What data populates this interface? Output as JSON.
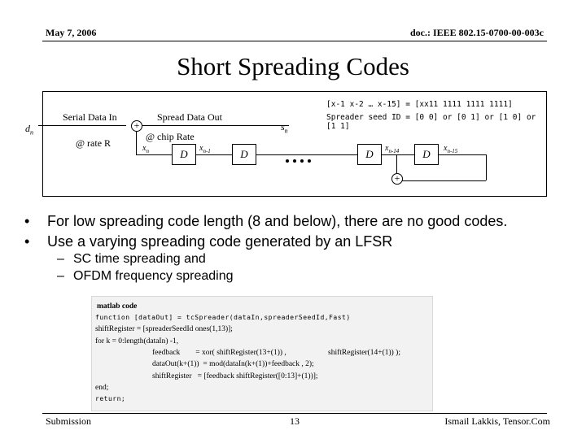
{
  "header": {
    "date": "May 7, 2006",
    "doc": "doc.: IEEE 802.15-0700-00-003c"
  },
  "title": "Short Spreading Codes",
  "diagram": {
    "dn": "d",
    "dn_sub": "n",
    "serial_in": "Serial Data In",
    "rate_r": "@ rate R",
    "spread_out": "Spread Data Out",
    "chip_rate": "@ chip Rate",
    "sn": "s",
    "sn_sub": "n",
    "xn": "x",
    "xn_sub": "n",
    "xn1": "x",
    "xn1_sub": "n-1",
    "xn14": "x",
    "xn14_sub": "n-14",
    "xn15": "x",
    "xn15_sub": "n-15",
    "delay": "D",
    "plus": "+",
    "seed_line1": "[x-1 x-2 … x-15]     = [xx11 1111 1111 1111]",
    "seed_line2": "Spreader seed ID = [0 0] or [0 1] or [1 0] or [1 1]"
  },
  "bullets": [
    "For low spreading code length (8 and below), there are no good codes.",
    "Use a varying spreading code generated by an LFSR"
  ],
  "subbullets": [
    "SC time spreading and",
    "OFDM frequency spreading"
  ],
  "code": {
    "l1": "matlab code",
    "l2": "function [dataOut] = tcSpreader(dataIn,spreaderSeedId,Fast)",
    "l3": "shiftRegister = [spreaderSeedId ones(1,13)];",
    "l4": "for k = 0:length(dataIn) -1,",
    "l5a": "feedback        = xor( shiftRegister(13+(1)) ,",
    "l5b": "shiftRegister(14+(1)) );",
    "l6": "dataOut(k+(1))  = mod(dataIn(k+(1))+feedback , 2);",
    "l7": "shiftRegister   = [feedback shiftRegister([0:13]+(1))];",
    "l8": "end;",
    "l9": "return;"
  },
  "footer": {
    "left": "Submission",
    "page": "13",
    "right": "Ismail Lakkis, Tensor.Com"
  }
}
